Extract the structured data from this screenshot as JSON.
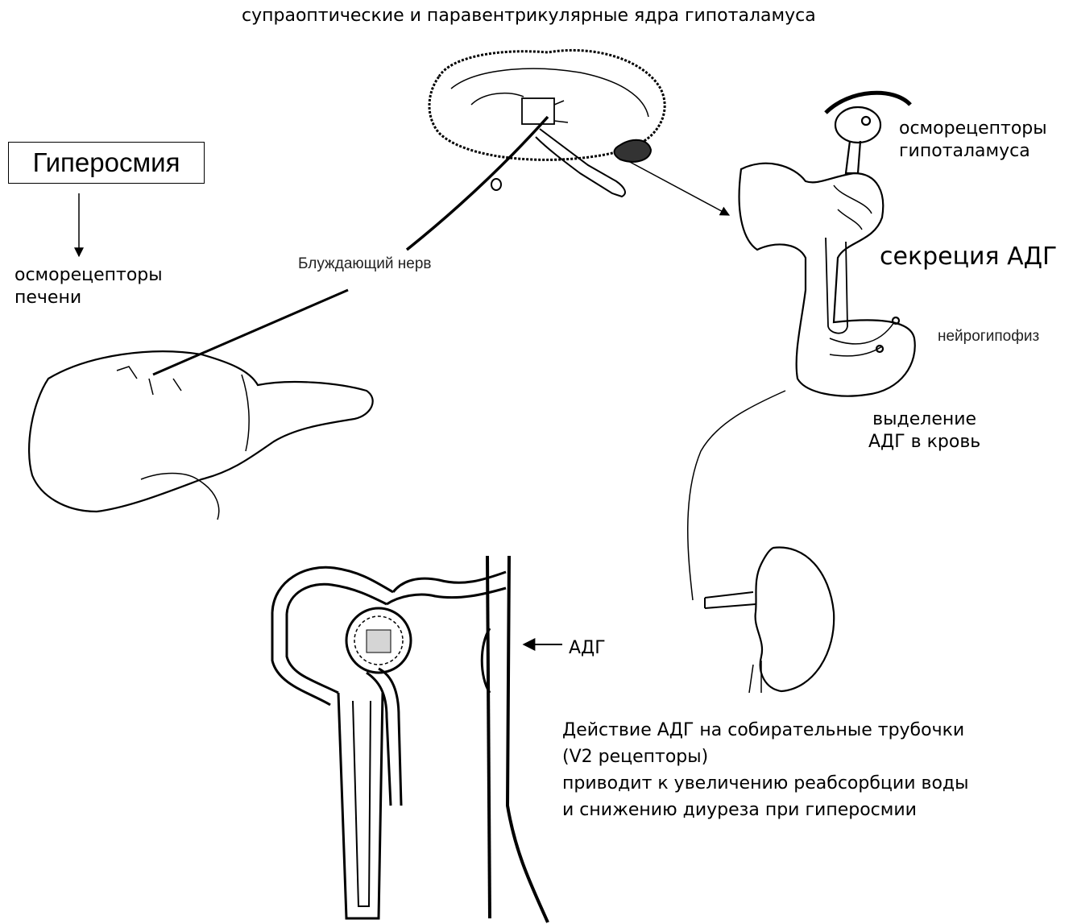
{
  "labels": {
    "top_caption": "супраоптические и паравентрикулярные ядра гипоталамуса",
    "hyperosmia": "Гиперосмия",
    "liver_osmoreceptors": [
      "осморецепторы",
      "печени"
    ],
    "vagus_nerve": "Блуждающий нерв",
    "hypothalamus_osmoreceptors": [
      "осморецепторы",
      "гипоталамуса"
    ],
    "adh_secretion": "секреция АДГ",
    "neurohypophysis": "нейрогипофиз",
    "adh_release": [
      "выделение",
      "АДГ в кровь"
    ],
    "adh_arrow": "АДГ",
    "action_text": [
      "Действие АДГ на собирательные трубочки",
      "(V2 рецепторы)",
      "приводит к увеличению реабсорбции воды",
      "и снижению диуреза при гиперосмии"
    ]
  },
  "illustrations": [
    "brain-sketch",
    "pituitary-sketch",
    "liver-sketch",
    "kidney-sketch",
    "nephron-sketch"
  ]
}
